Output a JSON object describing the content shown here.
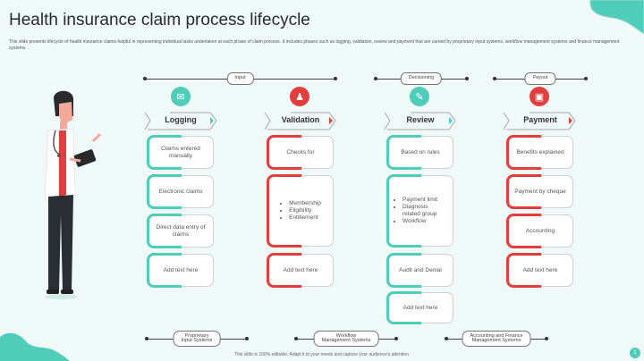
{
  "title": "Health insurance claim process lifecycle",
  "description": "This slide presents lifecycle of health insurance claims helpful in representing individual tasks undertaken at each phase of claim process. It includes phases such as logging, validation, review and payment that are carried by proprietary input systems, workflow management systems and finance management systems",
  "colors": {
    "teal": "#4fcdb9",
    "red": "#e43d3d"
  },
  "top_connectors": [
    {
      "label": "Input"
    },
    {
      "label": "Decisioning"
    },
    {
      "label": "Payout"
    }
  ],
  "phases": [
    {
      "name": "Logging",
      "icon": "chat-icon",
      "cards": [
        "Claims entered manually",
        "Electronic claims",
        "Direct data entry of claims",
        "Add text here"
      ]
    },
    {
      "name": "Validation",
      "icon": "person-icon",
      "cards": [
        "Checks for",
        "Add text here"
      ],
      "bullets": [
        "Membership",
        "Eligibility",
        "Entitlement"
      ]
    },
    {
      "name": "Review",
      "icon": "review-icon",
      "cards": [
        "Based on rules",
        "Audit and Denial",
        "Add text here"
      ],
      "bullets": [
        "Payment limit",
        "Diagnosis related group",
        "Workflow"
      ]
    },
    {
      "name": "Payment",
      "icon": "payment-icon",
      "cards": [
        "Benefits explained",
        "Payment by cheque",
        "Accounting",
        "Add text here"
      ]
    }
  ],
  "bottom_connectors": [
    {
      "line1": "Proprietary",
      "line2": "Input Systems"
    },
    {
      "line1": "Workflow",
      "line2": "Management Systems"
    },
    {
      "line1": "Accounting and Finance",
      "line2": "Management Systems"
    }
  ],
  "footer": "This slide is 100% editable. Adapt it to your needs and capture your audience's attention.",
  "page_number": "1"
}
